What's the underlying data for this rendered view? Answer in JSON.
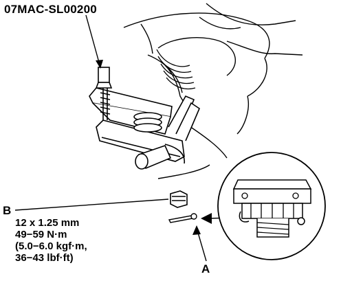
{
  "labels": {
    "tool_part_number": "07MAC-SL00200",
    "callout_b": "B",
    "callout_a": "A"
  },
  "spec_b": {
    "size": "12 x 1.25 mm",
    "torque_nm": "49−59 N·m",
    "torque_kgfm": "(5.0−6.0 kgf·m,",
    "torque_lbfft": "36−43 lbf·ft)"
  },
  "colors": {
    "ink": "#000000",
    "paper": "#ffffff"
  }
}
